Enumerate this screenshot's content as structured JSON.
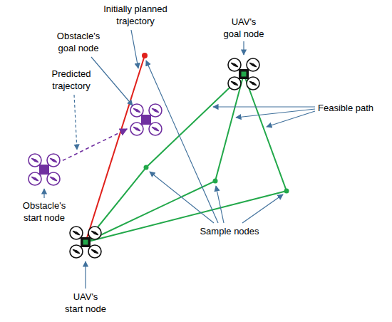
{
  "diagram": {
    "nodes": [
      {
        "text": [
          "Obstacle's goal node"
        ]
      },
      {
        "text": [
          "UAV's goal node"
        ]
      },
      {
        "text": [
          "Obstacle's start node"
        ]
      },
      {
        "text": [
          "UAV's start node"
        ]
      }
    ],
    "edges": [
      {
        "from": 2,
        "to": 0,
        "arrow": "to"
      }
    ],
    "labels": [
      "Initially planned trajectory",
      "Predicted trajectory",
      "Feasible path",
      "Sample nodes"
    ]
  }
}
